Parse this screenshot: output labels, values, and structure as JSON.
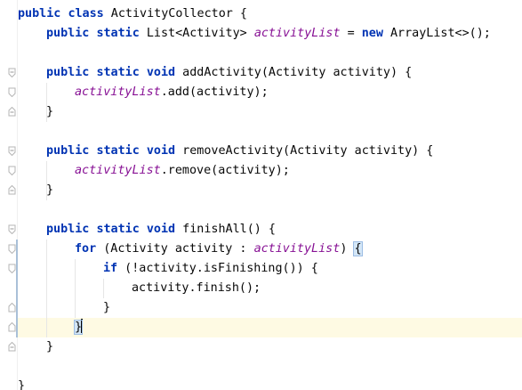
{
  "editor": {
    "colors": {
      "keyword": "#0033b3",
      "field": "#871094",
      "text": "#080808",
      "current_line": "#fefae3",
      "brace_highlight": "#d3e6f7"
    },
    "lines": [
      [
        "public",
        " ",
        "class",
        " ActivityCollector {"
      ],
      [
        "public",
        " ",
        "static",
        " List<Activity> ",
        "activityList",
        " = ",
        "new",
        " ArrayList<>();"
      ],
      [],
      [
        "public",
        " ",
        "static",
        " ",
        "void",
        " addActivity(Activity activity) {"
      ],
      [
        "activityList",
        ".add(activity);"
      ],
      [
        "}"
      ],
      [],
      [
        "public",
        " ",
        "static",
        " ",
        "void",
        " removeActivity(Activity activity) {"
      ],
      [
        "activityList",
        ".remove(activity);"
      ],
      [
        "}"
      ],
      [],
      [
        "public",
        " ",
        "static",
        " ",
        "void",
        " finishAll() {"
      ],
      [
        "for",
        " (Activity activity : ",
        "activityList",
        ") ",
        "{"
      ],
      [
        "if",
        " (!activity.isFinishing()) {"
      ],
      [
        "activity.finish();"
      ],
      [
        "}"
      ],
      [
        "}"
      ],
      [
        "}"
      ],
      [],
      [
        "}"
      ]
    ],
    "fold_icons": [
      "fold-start-icon",
      "fold-end-icon",
      "caret-cursor-icon"
    ]
  }
}
